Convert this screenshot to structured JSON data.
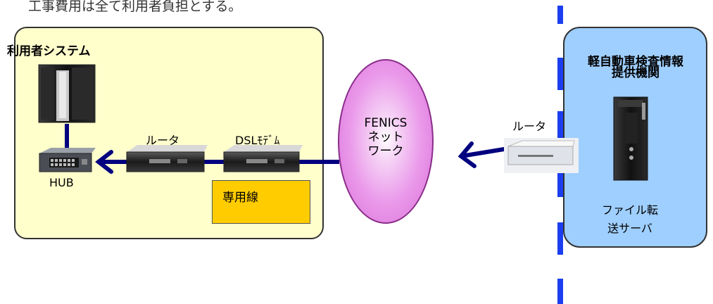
{
  "top_note": "工事費用は全て利用者負担とする。",
  "user_system": {
    "title": "利用者システム",
    "hub_label": "HUB",
    "router_label": "ルータ",
    "dsl_label": "DSLﾓﾃﾞﾑ",
    "leased_line_label": "専用線"
  },
  "network": {
    "line1": "FENICS",
    "line2": "ネット",
    "line3": "ワーク"
  },
  "provider": {
    "title_line1": "軽自動車検査情報",
    "title_line2": "提供機関",
    "router_label": "ルータ",
    "server_label_line1": "ファイル転",
    "server_label_line2": "送サーバ"
  },
  "colors": {
    "user_box": "#ffffcc",
    "provider_box": "#9fcfff",
    "leased_line_box": "#ffcc00",
    "network_cloud": "#e38ee3",
    "connector": "#000080",
    "boundary_dash": "#1a3ef0"
  }
}
